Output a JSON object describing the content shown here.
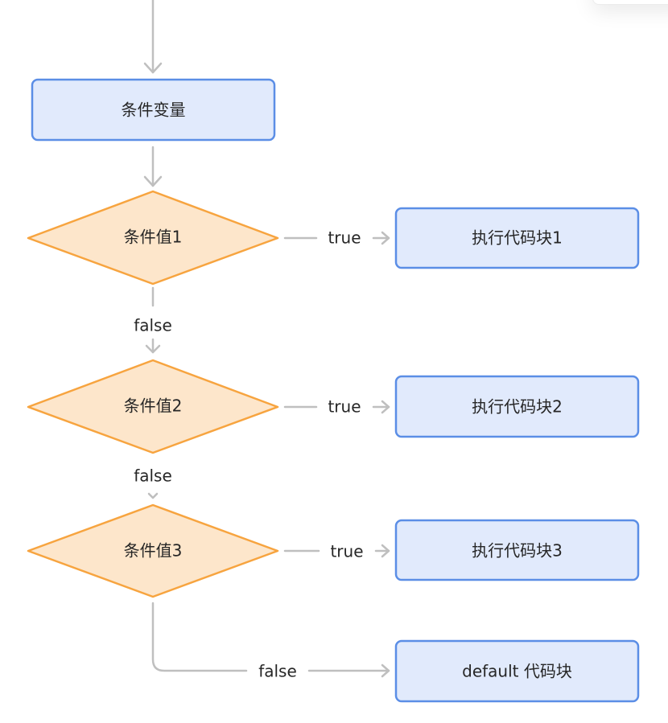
{
  "flowchart": {
    "start_node": "条件变量",
    "conditions": [
      {
        "label": "条件值1",
        "true_label": "true",
        "action": "执行代码块1",
        "false_label": "false"
      },
      {
        "label": "条件值2",
        "true_label": "true",
        "action": "执行代码块2",
        "false_label": "false"
      },
      {
        "label": "条件值3",
        "true_label": "true",
        "action": "执行代码块3",
        "false_label": "false"
      }
    ],
    "default_node": "default 代码块"
  },
  "colors": {
    "process_fill": "#e1eafc",
    "process_stroke": "#5b8ee6",
    "decision_fill": "#fde6cb",
    "decision_stroke": "#f7a43f",
    "edge": "#bfbfbf",
    "text": "#262626"
  }
}
